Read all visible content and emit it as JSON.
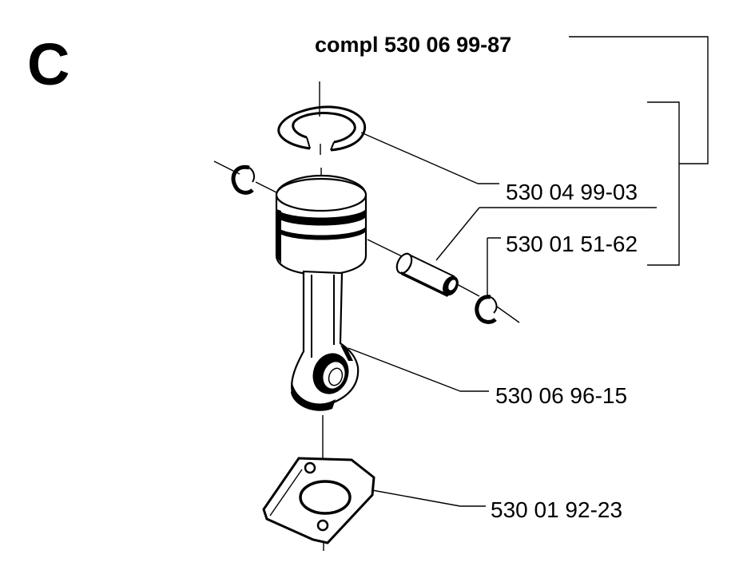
{
  "section_letter": "C",
  "kit": {
    "label": "compl 530 06 99-87"
  },
  "parts": [
    {
      "id": "piston-ring",
      "label": "530 04 99-03"
    },
    {
      "id": "circlip",
      "label": "530 01 51-62"
    },
    {
      "id": "connecting-rod",
      "label": "530 06 96-15"
    },
    {
      "id": "gasket",
      "label": "530 01 92-23"
    }
  ]
}
